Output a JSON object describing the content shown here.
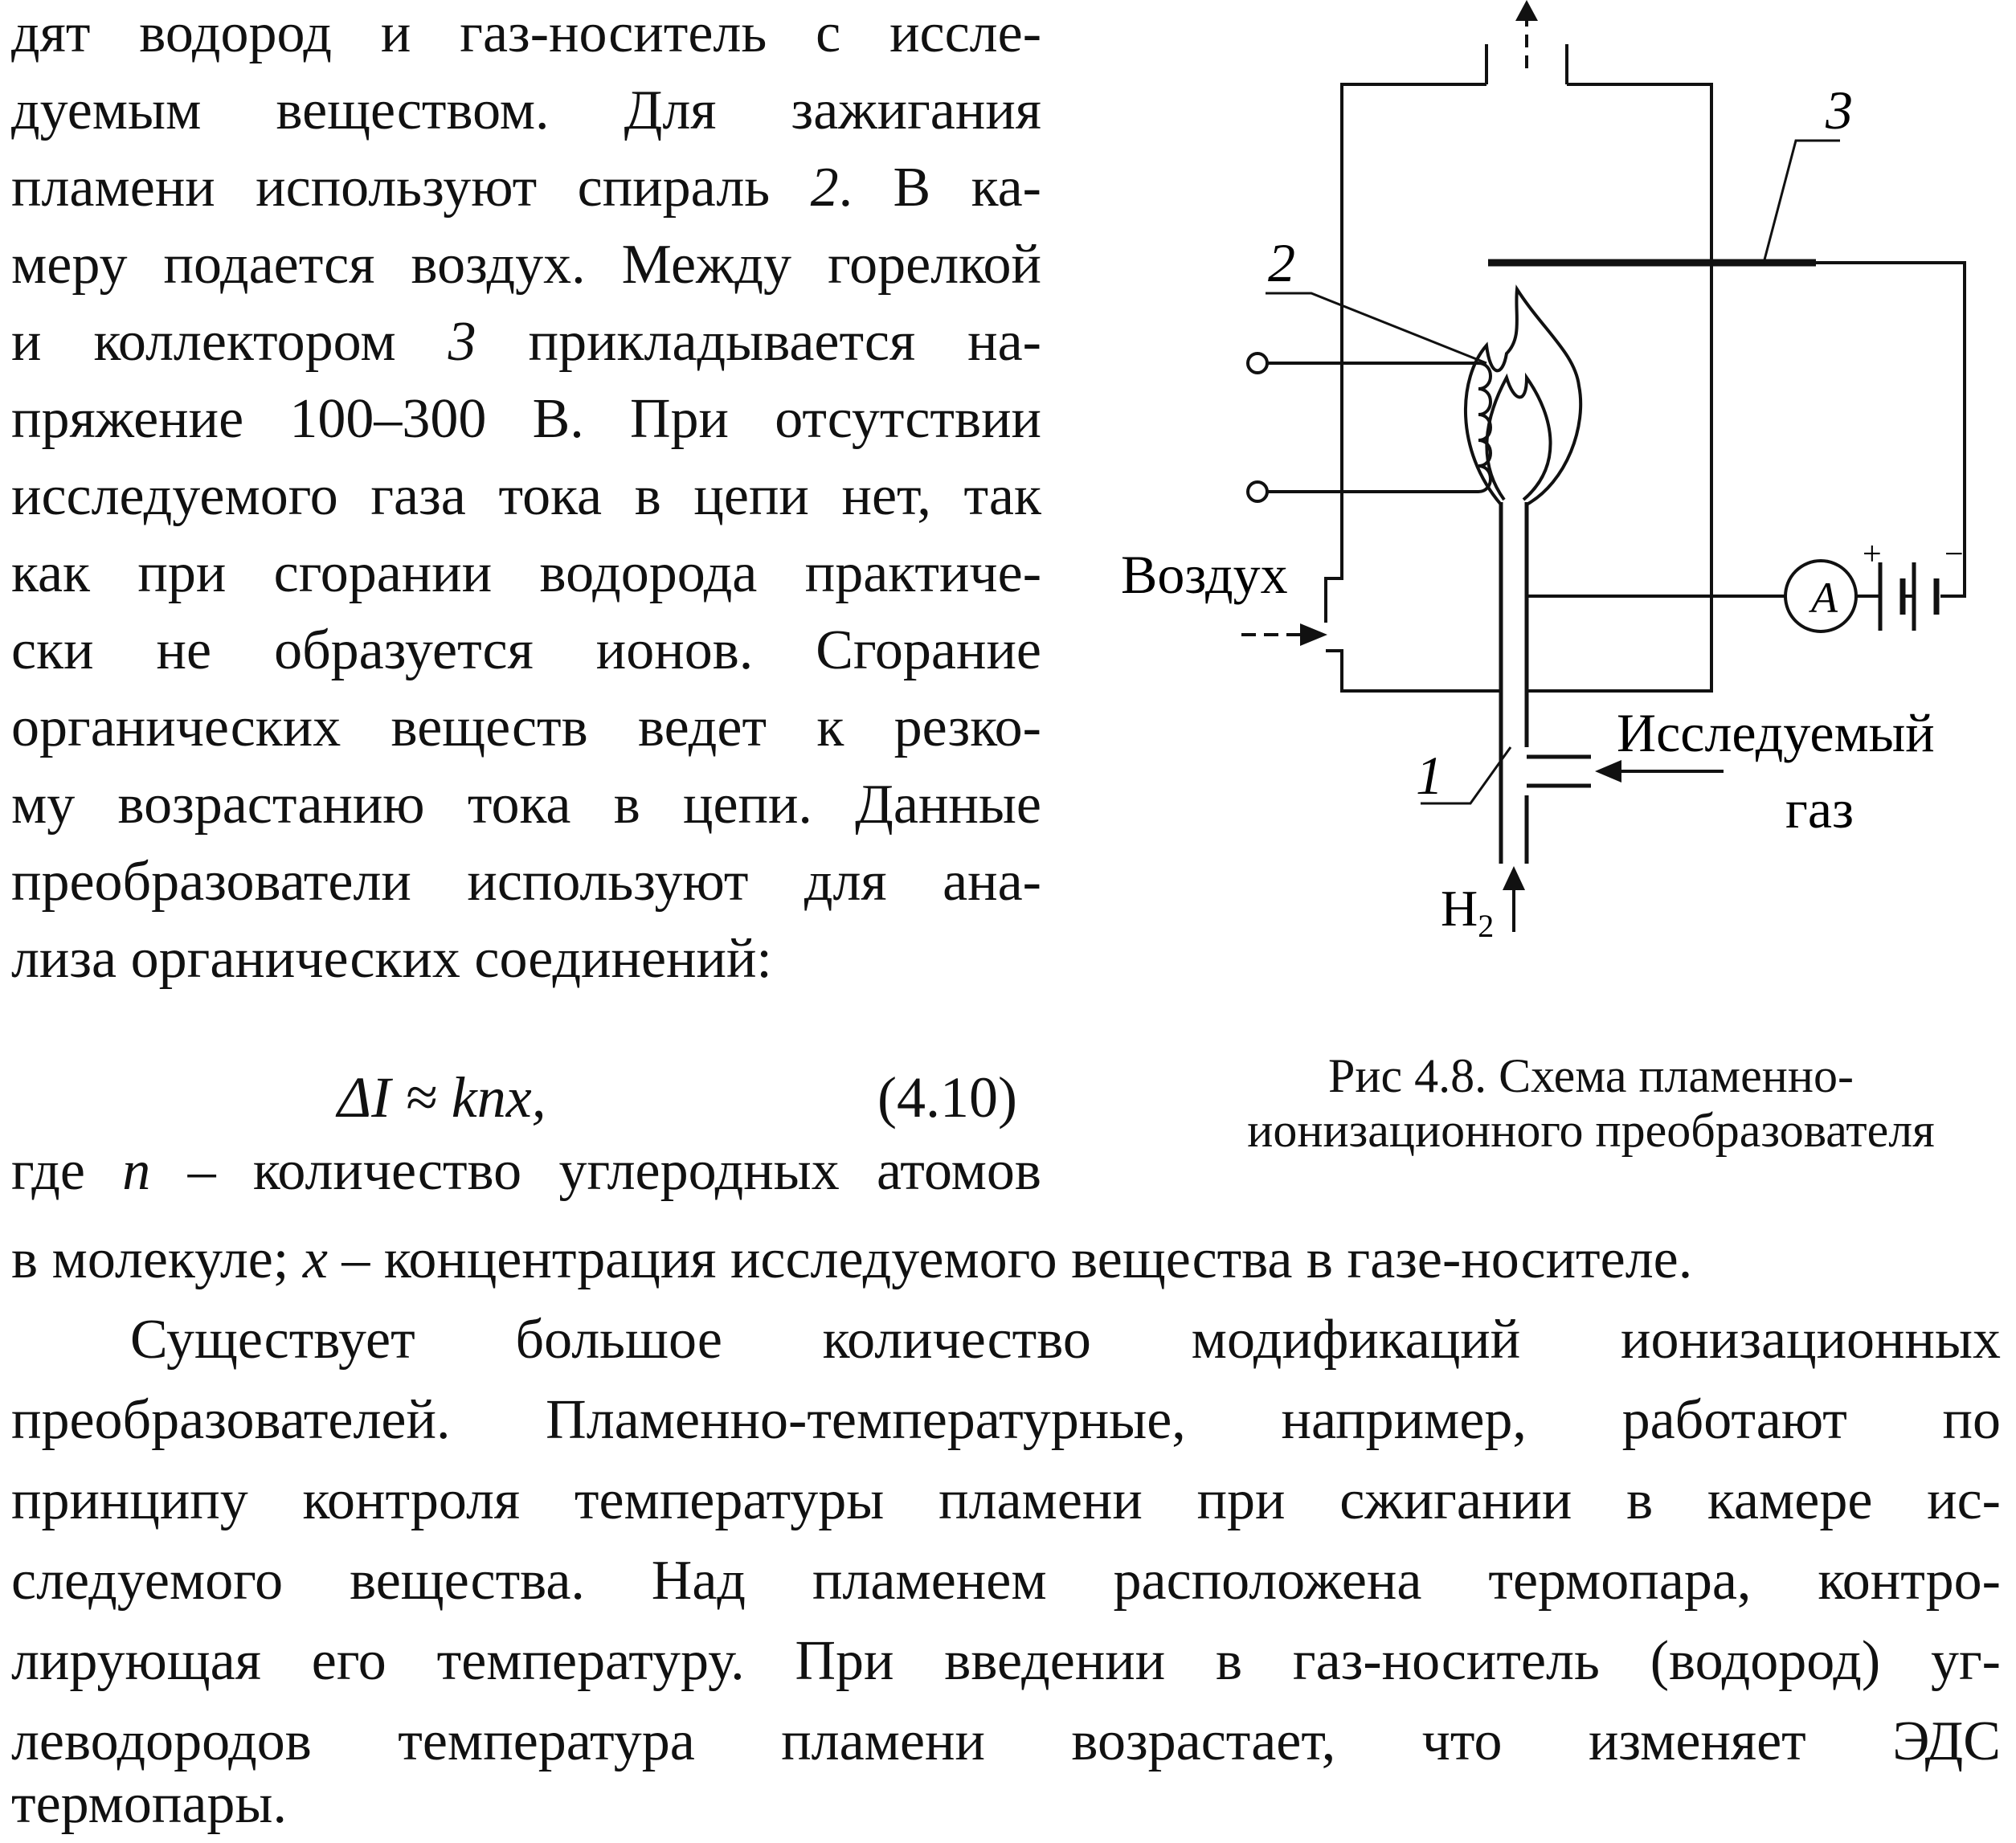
{
  "left_column": [
    "дят водород и газ-носитель с иссле-",
    "дуемым веществом. Для зажигания",
    [
      "пламени используют спираль ",
      "2",
      ". В ка-"
    ],
    "меру подается воздух. Между горелкой",
    [
      "и коллектором ",
      "3",
      " прикладывается на-"
    ],
    "пряжение 100–300 В. При отсутствии",
    "исследуемого газа тока в цепи нет, так",
    "как при сгорании водорода практиче-",
    "ски не образуется ионов. Сгорание",
    "органических веществ ведет к резко-",
    "му возрастанию тока в цепи. Данные",
    "преобразователи используют для ана-",
    "лиза органических соединений:"
  ],
  "formula": {
    "expression": "ΔI ≈ knx,",
    "number": "(4.10)"
  },
  "where_line": [
    "где ",
    "n",
    " – количество углеродных атомов"
  ],
  "continuation_line": [
    "в молекуле; ",
    "x",
    " – концентрация исследуемого вещества в газе-носителе."
  ],
  "paragraph2": [
    "Существует большое количество модификаций ионизационных",
    "преобразователей. Пламенно-температурные, например, работают по",
    "принципу контроля температуры пламени при сжигании в камере ис-",
    "следуемого вещества. Над пламенем расположена термопара, контро-",
    "лирующая его температуру. При введении в газ-носитель (водород) уг-",
    "леводородов температура пламени возрастает, что изменяет ЭДС",
    "термопары."
  ],
  "figure": {
    "label_air": "Воздух",
    "label_gas_1": "Исследуемый",
    "label_gas_2": "газ",
    "label_h2": "H",
    "label_h2_sub": "2",
    "label_1": "1",
    "label_2": "2",
    "label_3": "3",
    "label_ammeter": "A",
    "label_plus": "+",
    "label_minus": "−"
  },
  "caption": {
    "line1": "Рис  4.8. Схема пламенно-",
    "line2": "ионизационного преобразователя"
  }
}
